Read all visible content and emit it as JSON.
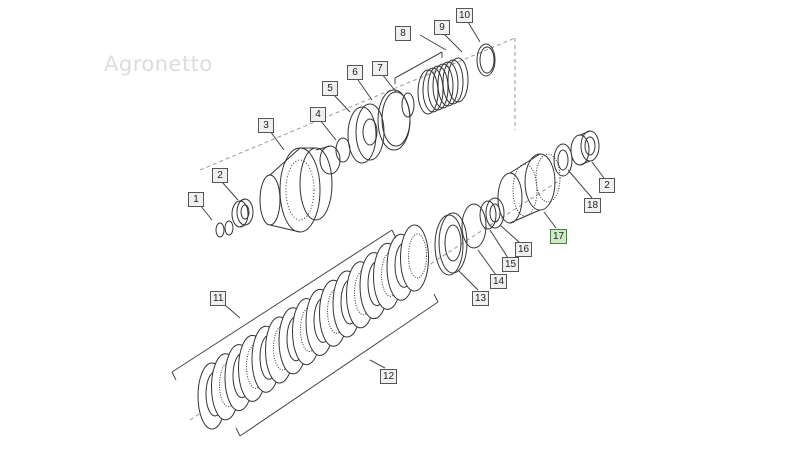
{
  "watermark": "Agronetto",
  "callouts": {
    "c1": "1",
    "c2a": "2",
    "c2b": "2",
    "c3": "3",
    "c4": "4",
    "c5": "5",
    "c6": "6",
    "c7": "7",
    "c8": "8",
    "c9": "9",
    "c10": "10",
    "c11": "11",
    "c12": "12",
    "c13": "13",
    "c14": "14",
    "c15": "15",
    "c16": "16",
    "c17": "17",
    "c18": "18"
  },
  "colors": {
    "highlight": "#cfe8c6",
    "callout_bg": "#f0f0f0",
    "line": "#333333"
  }
}
